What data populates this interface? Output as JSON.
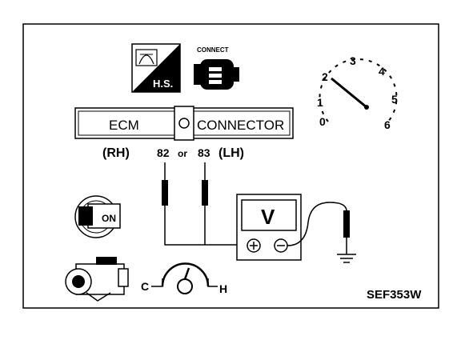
{
  "figure": {
    "ref_code": "SEF353W",
    "hs_label": "H.S.",
    "connect_label": "CONNECT",
    "ecm_label": "ECM",
    "connector_label": "CONNECTOR",
    "terminals": {
      "rh": "(RH)",
      "t1": "82",
      "or": "or",
      "t2": "83",
      "lh": "(LH)"
    },
    "voltmeter_label": "V",
    "switch_label": "ON",
    "temp_gauge": {
      "cold": "C",
      "hot": "H"
    },
    "tachometer_ticks": [
      "0",
      "1",
      "2",
      "3",
      "4",
      "5",
      "6"
    ]
  }
}
